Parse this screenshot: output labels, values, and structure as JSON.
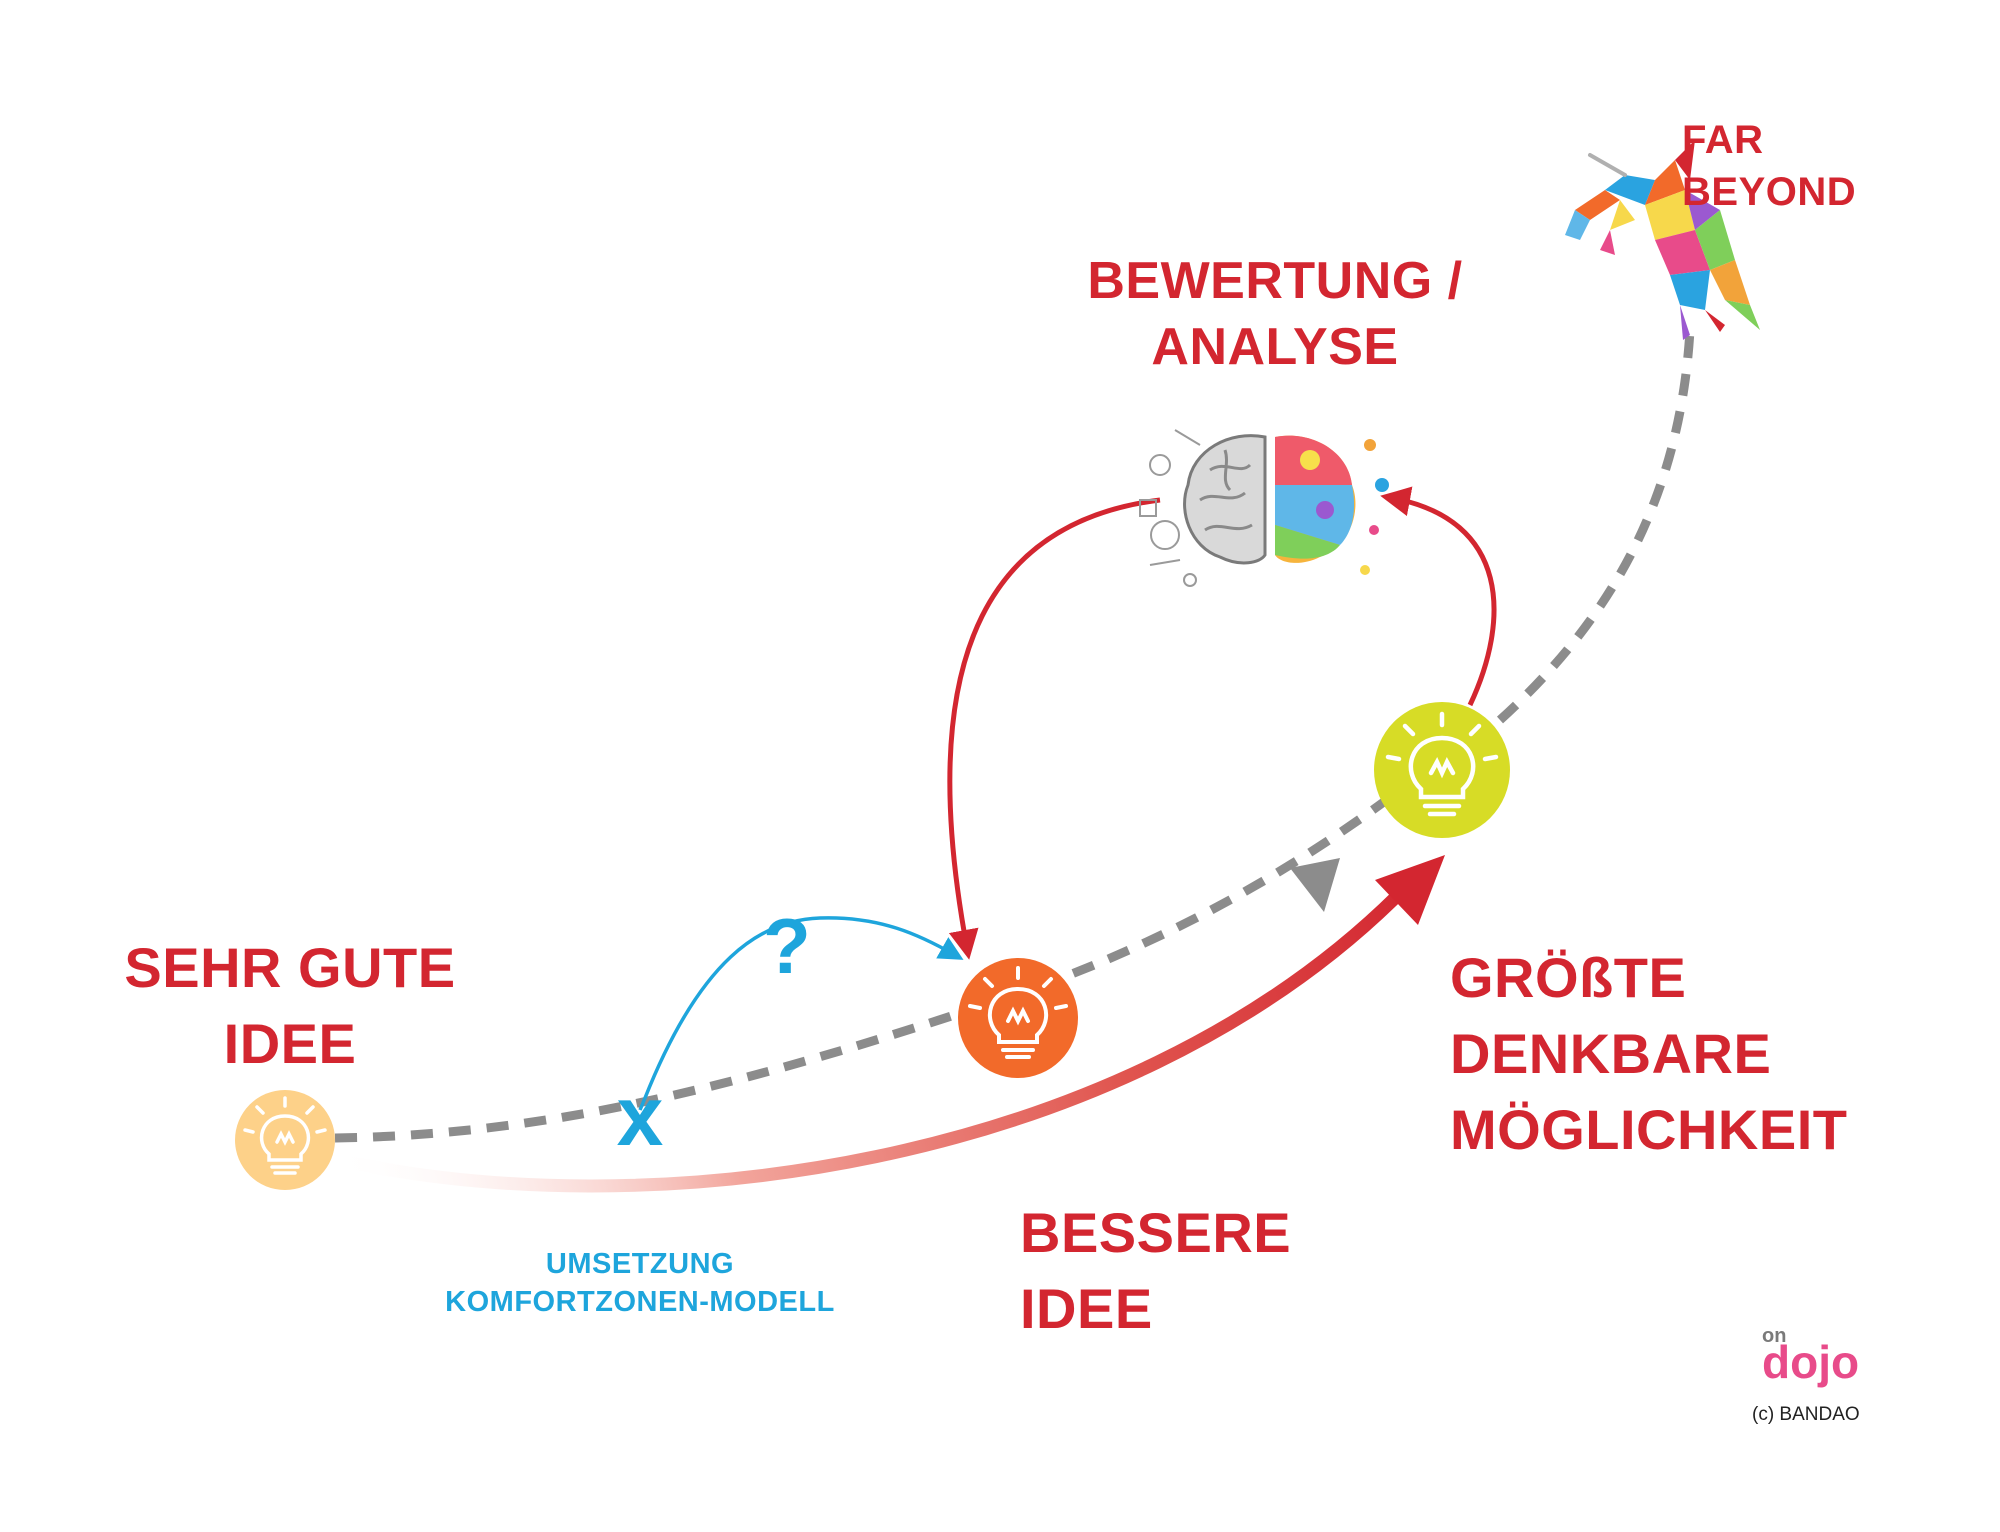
{
  "labels": {
    "sehr_gute_idee": [
      "SEHR GUTE",
      "IDEE"
    ],
    "bessere_idee": [
      "BESSERE",
      "IDEE"
    ],
    "bewertung": [
      "BEWERTUNG /",
      "ANALYSE"
    ],
    "groesste": [
      "GRÖßTE",
      "DENKBARE",
      "MÖGLICHKEIT"
    ],
    "far_beyond": [
      "FAR",
      "BEYOND"
    ],
    "umsetzung": [
      "UMSETZUNG",
      "KOMFORTZONEN-MODELL"
    ],
    "question_mark": "?",
    "x_mark": "x"
  },
  "logo": {
    "small": "on",
    "main": "dojo"
  },
  "copyright": "(c) BANDAO",
  "icons": {
    "bulb_1": "lightbulb-icon",
    "bulb_2": "lightbulb-icon",
    "bulb_3": "lightbulb-icon",
    "brain": "brain-icon",
    "unicorn": "unicorn-icon"
  },
  "colors": {
    "red": "#d32630",
    "blue": "#1ea5dc",
    "gray": "#8c8c8c",
    "bulb_1": "#fdd189",
    "bulb_2": "#f26a2a",
    "bulb_3": "#d7dc26"
  }
}
